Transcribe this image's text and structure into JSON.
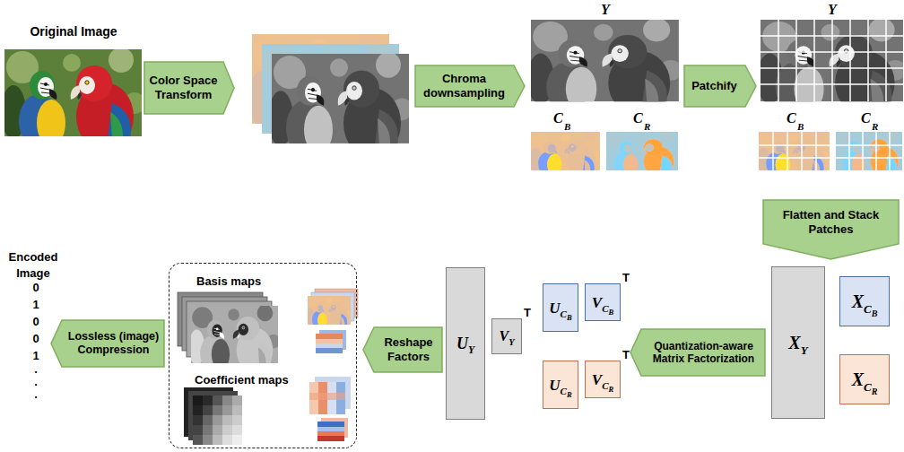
{
  "diagram": {
    "nodes": [
      {
        "text": [
          "Color Space Transform"
        ]
      },
      {
        "text": [
          "Chroma downsampling"
        ]
      },
      {
        "text": [
          "Patchify"
        ]
      },
      {
        "text": [
          "Flatten and Stack Patches"
        ]
      },
      {
        "text": [
          "X",
          "Y"
        ]
      },
      {
        "text": [
          "X",
          "C",
          "B"
        ]
      },
      {
        "text": [
          "X",
          "C",
          "R"
        ]
      },
      {
        "text": [
          "Quantization-aware Matrix Factorization"
        ]
      },
      {
        "text": [
          "U",
          "C",
          "B"
        ]
      },
      {
        "text": [
          "V",
          "C",
          "B",
          "T"
        ]
      },
      {
        "text": [
          "U",
          "C",
          "R"
        ]
      },
      {
        "text": [
          "V",
          "C",
          "R",
          "T"
        ]
      },
      {
        "text": [
          "U",
          "Y"
        ]
      },
      {
        "text": [
          "V",
          "Y",
          "T"
        ]
      },
      {
        "text": [
          "Reshape Factors"
        ]
      },
      {
        "text": [
          "Basis maps",
          "Coefficient maps"
        ]
      },
      {
        "text": [
          "Lossless (image) Compression"
        ]
      }
    ],
    "labels": [
      "Original Image",
      "Y",
      "C",
      "B",
      "C",
      "R",
      "Y",
      "C",
      "B",
      "C",
      "R",
      "Encoded Image",
      "0",
      "1",
      "0",
      "0",
      "1",
      ".",
      ".",
      "."
    ]
  }
}
